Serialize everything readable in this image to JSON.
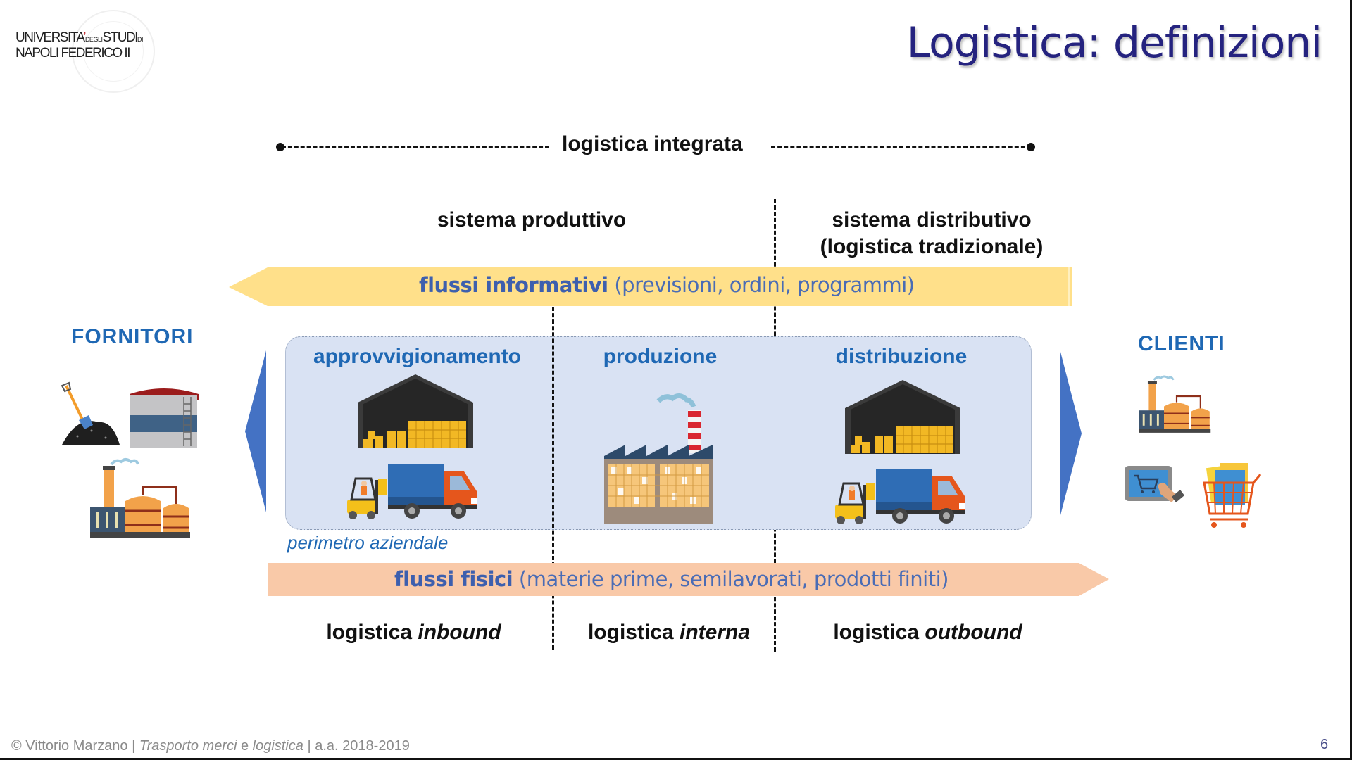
{
  "header": {
    "logo_line1_main": "UNIVERSITA",
    "logo_line1_small": "DEGLI",
    "logo_line1_studi": "STUDI",
    "logo_line1_di": "DI",
    "logo_line2": "NAPOLI FEDERICO II",
    "title": "Logistica: definizioni"
  },
  "diagram": {
    "integrated_label": "logistica integrata",
    "column_headers": {
      "productive": "sistema produttivo",
      "distributive_line1": "sistema distributivo",
      "distributive_line2": "(logistica tradizionale)"
    },
    "info_flow": {
      "bold": "flussi informativi",
      "rest": "(previsioni, ordini, programmi)",
      "direction": "left",
      "color": "#FFE08A"
    },
    "physical_flow": {
      "bold": "flussi fisici",
      "rest": "(materie prime, semilavorati, prodotti finiti)",
      "direction": "right",
      "color": "#F9C9A8"
    },
    "suppliers": {
      "label": "FORNITORI",
      "icons": [
        "shovel-coal-icon",
        "storage-tank-icon",
        "refinery-plant-icon"
      ]
    },
    "customers": {
      "label": "CLIENTI",
      "icons": [
        "refinery-plant-icon",
        "tablet-shopping-cart-icon",
        "shopping-cart-bags-icon"
      ]
    },
    "company_perimeter": {
      "label": "perimetro aziendale",
      "color": "#D9E2F3",
      "segments": [
        {
          "label": "approvvigionamento",
          "icons": [
            "warehouse-icon",
            "forklift-truck-icon"
          ]
        },
        {
          "label": "produzione",
          "icons": [
            "factory-icon"
          ]
        },
        {
          "label": "distribuzione",
          "icons": [
            "warehouse-icon",
            "forklift-truck-icon"
          ]
        }
      ]
    },
    "bottom_labels": [
      {
        "plain": "logistica",
        "italic": "inbound"
      },
      {
        "plain": "logistica",
        "italic": "interna"
      },
      {
        "plain": "logistica",
        "italic": "outbound"
      }
    ],
    "accent_blue": "#1F68B4",
    "arrow_blue": "#4472C4"
  },
  "footer": {
    "author": "© Vittorio Marzano |",
    "course_italic_1": "Trasporto merci",
    "course_plain": "e",
    "course_italic_2": "logistica",
    "year": "| a.a. 2018-2019",
    "page_number": "6"
  }
}
